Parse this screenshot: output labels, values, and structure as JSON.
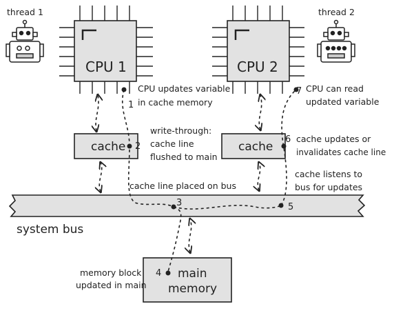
{
  "threads": {
    "left": "thread 1",
    "right": "thread 2"
  },
  "cpus": {
    "left": "CPU 1",
    "right": "CPU 2"
  },
  "caches": {
    "left": "cache",
    "right": "cache"
  },
  "bus_label": "system bus",
  "memory_label": [
    "main",
    "memory"
  ],
  "steps": {
    "s1": {
      "num": "1",
      "lines": [
        "CPU updates variable",
        "in cache memory"
      ]
    },
    "s2": {
      "num": "2",
      "lines": [
        "write-through:",
        "cache line",
        "flushed to main"
      ]
    },
    "s3": {
      "num": "3",
      "lines": [
        "cache line placed on bus"
      ]
    },
    "s4": {
      "num": "4",
      "lines": [
        "memory block",
        "updated in main"
      ]
    },
    "s5": {
      "num": "5",
      "lines": [
        "cache listens to",
        "bus for updates"
      ]
    },
    "s6": {
      "num": "6",
      "lines": [
        "cache updates or",
        "invalidates cache line"
      ]
    },
    "s7": {
      "num": "7",
      "lines": [
        "CPU can read",
        "updated variable"
      ]
    }
  },
  "colors": {
    "box_fill": "#e2e2e2",
    "stroke": "#222222",
    "frame": "#000000"
  },
  "icons": [
    "robot-icon-thread-1",
    "robot-icon-thread-2"
  ]
}
